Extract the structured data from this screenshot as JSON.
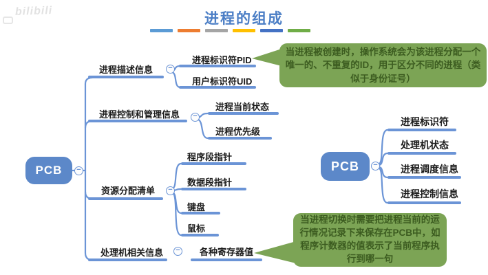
{
  "watermark": {
    "text": "bilibili"
  },
  "header": {
    "title": "进程的组成",
    "accent_dashes": [
      "#5B9BD5",
      "#ED7D31",
      "#A5A5A5",
      "#FFC000",
      "#4472C4",
      "#70AD47"
    ]
  },
  "icons": {
    "collapse_glyph": "−"
  },
  "colors": {
    "title_text": "#4b7ec5",
    "line_blue": "#6b94d6",
    "node_fill": "#5c88c9",
    "node_text": "#ffffff",
    "callout_fill": "#7ca455",
    "callout_text": "#3c5c20",
    "label_text": "#1c1c1c"
  },
  "left_map": {
    "root": "PCB",
    "branches": [
      {
        "label": "进程描述信息",
        "children": [
          "进程标识符PID",
          "用户标识符UID"
        ]
      },
      {
        "label": "进程控制和管理信息",
        "children": [
          "进程当前状态",
          "进程优先级"
        ]
      },
      {
        "label": "资源分配清单",
        "children": [
          "程序段指针",
          "数据段指针",
          "键盘",
          "鼠标"
        ]
      },
      {
        "label": "处理机相关信息",
        "children": [
          "各种寄存器值"
        ]
      }
    ]
  },
  "right_map": {
    "root": "PCB",
    "children": [
      "进程标识符",
      "处理机状态",
      "进程调度信息",
      "进程控制信息"
    ]
  },
  "callouts": [
    {
      "text": "当进程被创建时，操作系统会为该进程分配一个唯一的、不重复的ID，用于区分不同的进程（类似于身份证号）"
    },
    {
      "text": "当进程切换时需要把进程当前的运行情况记录下来保存在PCB中，如程序计数器的值表示了当前程序执行到哪一句"
    }
  ]
}
